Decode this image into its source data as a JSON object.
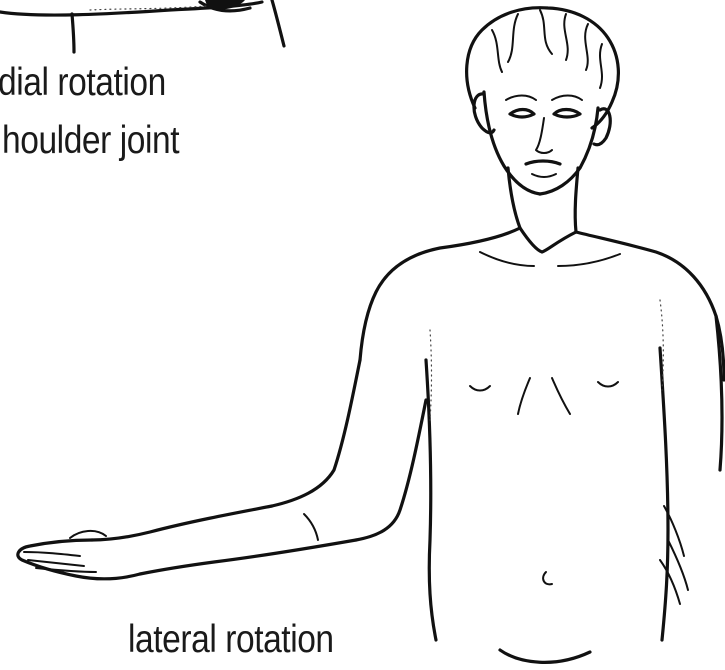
{
  "labels": {
    "medial_line_1": "dial rotation",
    "medial_line_2": "houlder joint",
    "lateral": "lateral rotation"
  }
}
